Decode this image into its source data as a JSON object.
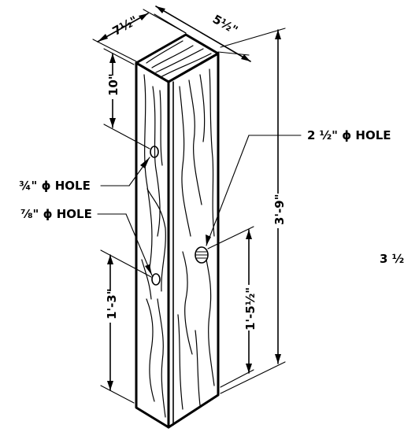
{
  "dimensions": {
    "top_width": "7½\"",
    "top_depth": "5½\"",
    "top_offset": "10\"",
    "overall_height": "3'-9\"",
    "lower_hole_height": "1'-3\"",
    "right_hole_height": "1'-5½\""
  },
  "labels": {
    "hole_3_4": "¾\" ϕ HOLE",
    "hole_7_8": "⅞\" ϕ HOLE",
    "hole_2_1_2": "2 ½\" ϕ HOLE",
    "cut_off_text": "3 ½"
  }
}
